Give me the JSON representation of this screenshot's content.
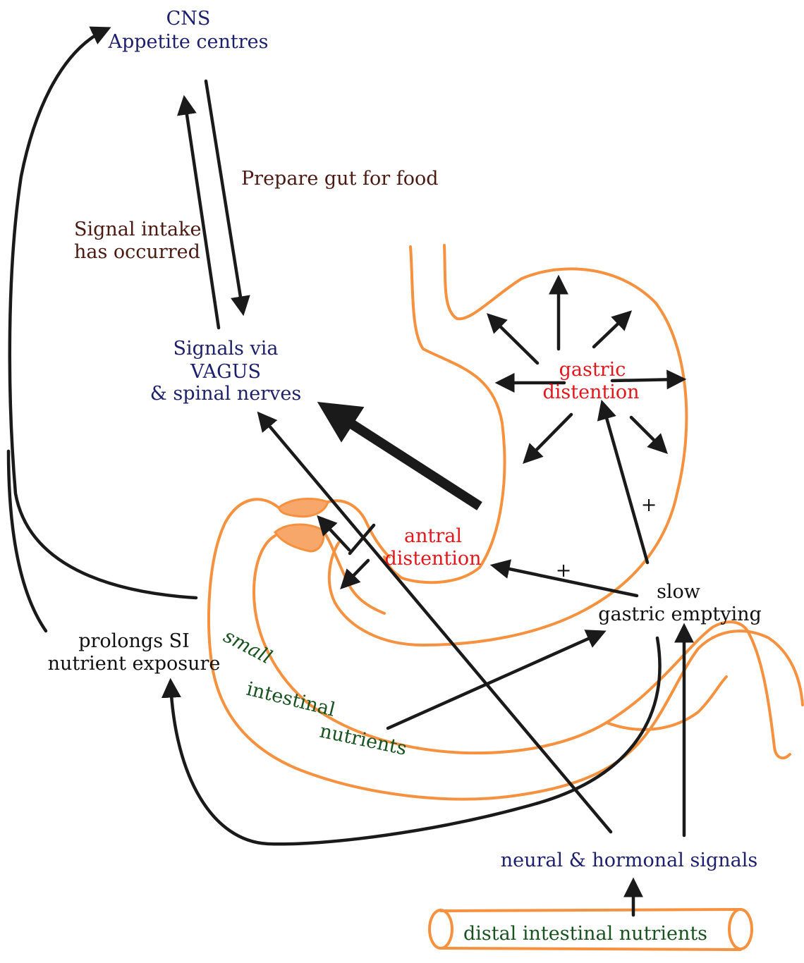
{
  "labels": {
    "cns_line1": "CNS",
    "cns_line2": "Appetite centres",
    "prepare_gut": "Prepare gut for food",
    "signal_intake_line1": "Signal intake",
    "signal_intake_line2": "has occurred",
    "signals_via_line1": "Signals via",
    "signals_via_line2": "VAGUS",
    "signals_via_line3": "& spinal nerves",
    "gastric_line1": "gastric",
    "gastric_line2": "distention",
    "antral_line1": "antral",
    "antral_line2": "distention",
    "slow_line1": "slow",
    "slow_line2": "gastric emptying",
    "prolongs_line1": "prolongs SI",
    "prolongs_line2": "nutrient exposure",
    "si_small": "small",
    "si_intestinal": "intestinal",
    "si_nutrients": "nutrients",
    "neural_hormonal": "neural & hormonal signals",
    "distal_nutrients": "distal intestinal nutrients",
    "plus_1": "+",
    "plus_2": "+"
  },
  "colors": {
    "organ_outline": "#f5913f",
    "arrow": "#1a1a1a",
    "navy_text": "#1c1f6b",
    "brown_text": "#4a1a12",
    "red_text": "#e3161c",
    "green_text": "#17521f"
  }
}
